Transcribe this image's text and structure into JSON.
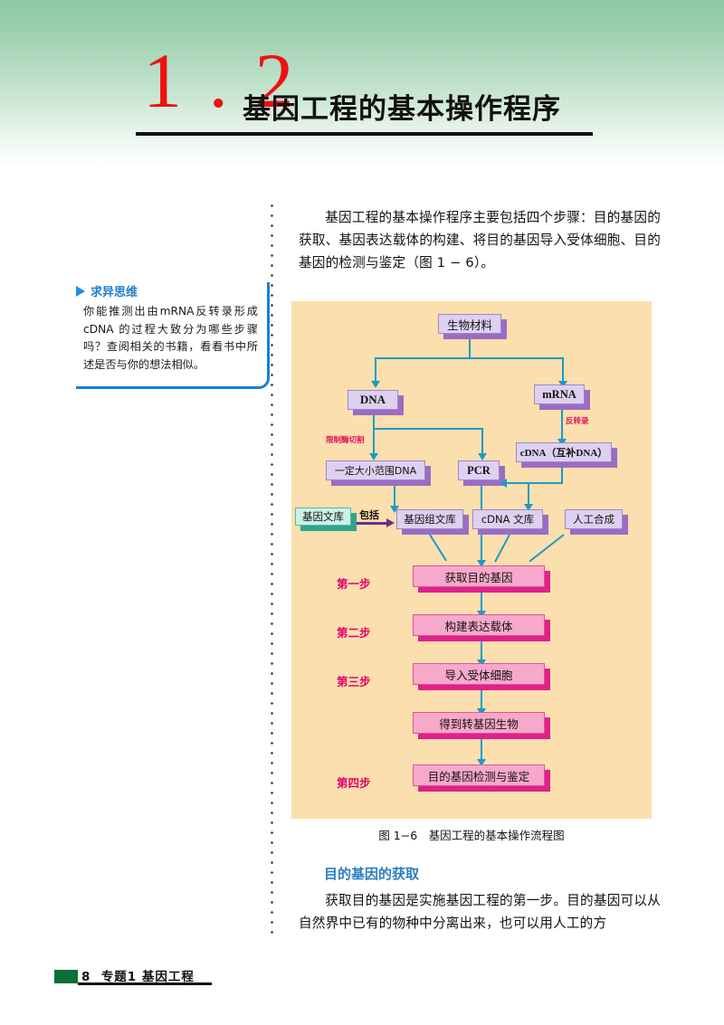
{
  "header": {
    "section_number": "1 . 2",
    "section_title": "基因工程的基本操作程序"
  },
  "intro_paragraph": "基因工程的基本操作程序主要包括四个步骤：目的基因的获取、基因表达载体的构建、将目的基因导入受体细胞、目的基因的检测与鉴定（图 1 − 6）。",
  "side_note": {
    "title": "求异思维",
    "marker_icon": "triangle-right-icon",
    "body": "你能推测出由mRNA反转录形成cDNA 的过程大致分为哪些步骤吗？查阅相关的书籍，看看书中所述是否与你的想法相似。"
  },
  "figure": {
    "caption": "图 1−6　基因工程的基本操作流程图",
    "nodes": {
      "source": "生物材料",
      "dna": "DNA",
      "mrna": "mRNA",
      "cdna": "cDNA（互补DNA）",
      "sized_dna": "一定大小范围DNA",
      "pcr": "PCR",
      "gene_library": "基因文库",
      "genomic_library": "基因组文库",
      "cdna_library": "cDNA 文库",
      "synthesis": "人工合成",
      "step1_box": "获取目的基因",
      "step2_box": "构建表达载体",
      "step3_box": "导入受体细胞",
      "result_box": "得到转基因生物",
      "step4_box": "目的基因检测与鉴定"
    },
    "edge_labels": {
      "restriction": "限制酶切割",
      "reverse_transcription": "反转录",
      "includes": "包括"
    },
    "step_labels": {
      "step1": "第一步",
      "step2": "第二步",
      "step3": "第三步",
      "step4": "第四步"
    },
    "colors": {
      "panel_bg": "#fbdfae",
      "box_purple": "#ddd0f0",
      "box_purple_shadow": "#9a6dc4",
      "box_mint": "#ccf0e6",
      "box_mint_shadow": "#2fa58c",
      "box_pink": "#f6a9ca",
      "box_pink_shadow": "#e0218a",
      "arrow": "#1d9bc6",
      "label_red": "#e0115f"
    }
  },
  "section": {
    "heading": "目的基因的获取",
    "body": "获取目的基因是实施基因工程的第一步。目的基因可以从自然界中已有的物种中分离出来，也可以用人工的方"
  },
  "footer": {
    "page_number": "8",
    "topic": "专题1 基因工程"
  }
}
